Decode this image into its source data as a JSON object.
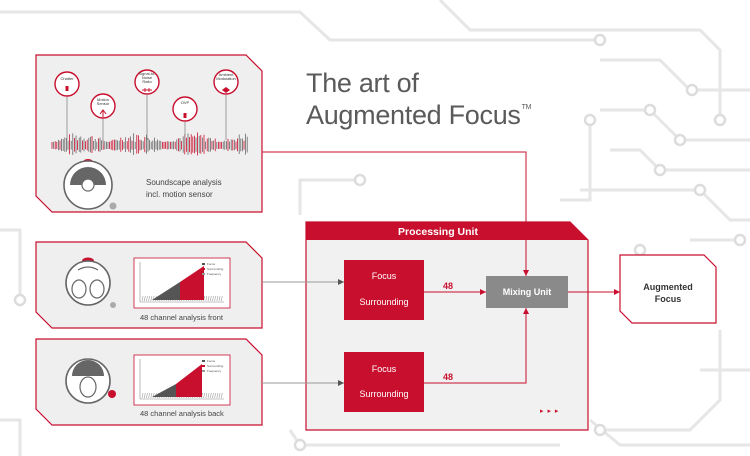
{
  "headline": {
    "line1": "The art of",
    "line2": "Augmented Focus",
    "trademark": "TM"
  },
  "soundscape": {
    "caption_line1": "Soundscape analysis",
    "caption_line2": "incl. motion sensor",
    "pins": [
      {
        "label": "Chatter"
      },
      {
        "label": "Motion Sensor"
      },
      {
        "label": "Signal-to-Noise Ratio"
      },
      {
        "label": "OVP"
      },
      {
        "label": "Ambient Modulation"
      }
    ]
  },
  "front_analysis": {
    "caption": "48 channel analysis front",
    "legend": [
      "Focus",
      "Surrounding",
      "Frequency"
    ]
  },
  "back_analysis": {
    "caption": "48 channel analysis back",
    "legend": [
      "Focus",
      "Surrounding",
      "Frequency"
    ]
  },
  "processing_unit": {
    "title": "Processing Unit",
    "block_top": {
      "focus": "Focus",
      "surrounding": "Surrounding"
    },
    "block_bottom": {
      "focus": "Focus",
      "surrounding": "Surrounding"
    },
    "channel_top": "48",
    "channel_bottom": "48",
    "mixing_unit": "Mixing Unit",
    "arrows": "▸ ▸ ▸"
  },
  "output": {
    "line1": "Augmented",
    "line2": "Focus"
  },
  "colors": {
    "accent_red": "#c8102e",
    "dark_red": "#a80e20",
    "mixing_gray": "#8a8a8a",
    "panel_gray": "#efefef",
    "trace_gray": "#e4e4e4",
    "text_gray": "#5a5a5a"
  }
}
